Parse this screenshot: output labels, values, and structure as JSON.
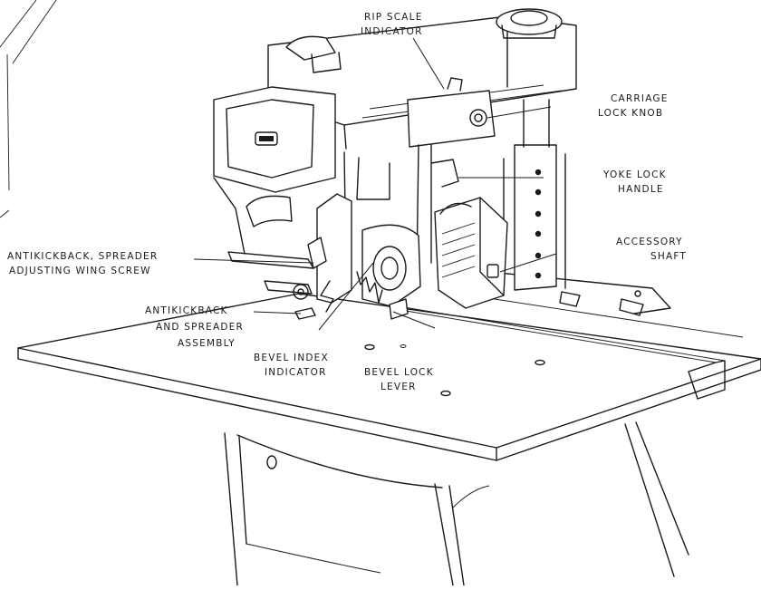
{
  "labels": {
    "rip_scale": [
      "RIP SCALE",
      "INDICATOR"
    ],
    "carriage_lock": [
      "CARRIAGE",
      "LOCK KNOB"
    ],
    "yoke_lock": [
      "YOKE LOCK",
      "HANDLE"
    ],
    "accessory_shaft": [
      "ACCESSORY",
      "SHAFT"
    ],
    "antikickback_wing": [
      "ANTIKICKBACK, SPREADER",
      "ADJUSTING WING SCREW"
    ],
    "antikickback_assembly": [
      "ANTIKICKBACK",
      "AND SPREADER",
      "ASSEMBLY"
    ],
    "bevel_index": [
      "BEVEL INDEX",
      "INDICATOR"
    ],
    "bevel_lock": [
      "BEVEL LOCK",
      "LEVER"
    ]
  }
}
